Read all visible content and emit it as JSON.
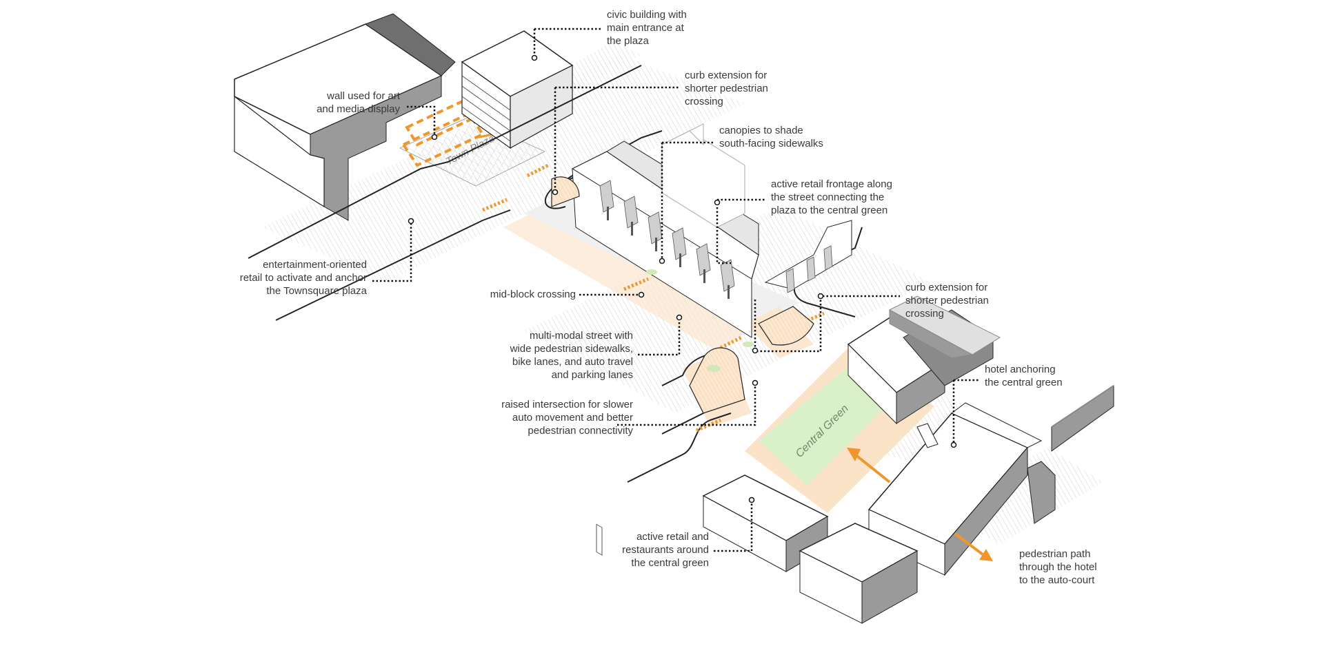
{
  "diagram": {
    "plaza_label": "Town Plaza",
    "green_label": "Central Green",
    "colors": {
      "accent_orange": "#f0962a",
      "plaza_tint": "#fbe6cf",
      "green_fill": "#d9f0c9",
      "building_shade": "#9a9a9a",
      "line": "#222222"
    },
    "callouts": {
      "civic": "civic building with\nmain entrance at\nthe plaza",
      "curb_top": "curb extension for\nshorter pedestrian\ncrossing",
      "wall": "wall used for art\nand media display",
      "canopies": "canopies to shade\nsouth-facing sidewalks",
      "retail_frontage": "active retail frontage along\nthe street connecting the\nplaza to the central green",
      "entertainment": "entertainment-oriented\nretail to activate and anchor\nthe Townsquare plaza",
      "midblock": "mid-block crossing",
      "curb_right": "curb extension for\nshorter pedestrian\ncrossing",
      "multimodal": "multi-modal street with\nwide pedestrian sidewalks,\nbike lanes, and auto travel\nand parking lanes",
      "hotel": "hotel anchoring\nthe central green",
      "raised": "raised intersection for slower\nauto movement and better\npedestrian connectivity",
      "retail_green": "active retail and\nrestaurants around\nthe central green",
      "ped_path": "pedestrian path\nthrough the hotel\nto the auto-court"
    }
  }
}
